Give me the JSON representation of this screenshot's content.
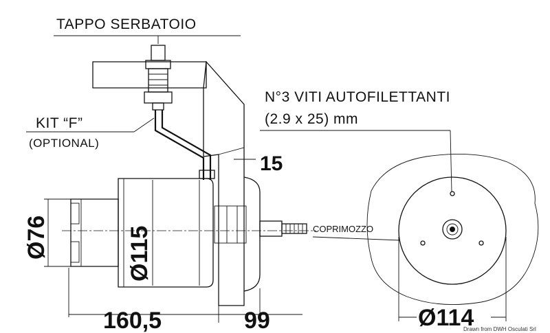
{
  "labels": {
    "tank_cap": "TAPPO SERBATOIO",
    "kit_f": "KIT “F”",
    "kit_optional": "(OPTIONAL)",
    "screws_line1": "N°3 VITI AUTOFILETTANTI",
    "screws_line2": "(2.9 x 25) mm",
    "hub_cover": "COPRIMOZZO"
  },
  "dimensions": {
    "panel_thickness": "15",
    "housing_diameter": "Ø115",
    "rear_diameter": "Ø76",
    "depth_rear": "160,5",
    "depth_front": "99",
    "cover_diameter": "Ø114"
  },
  "credit": "Drawn from DWH Osculati Srl"
}
